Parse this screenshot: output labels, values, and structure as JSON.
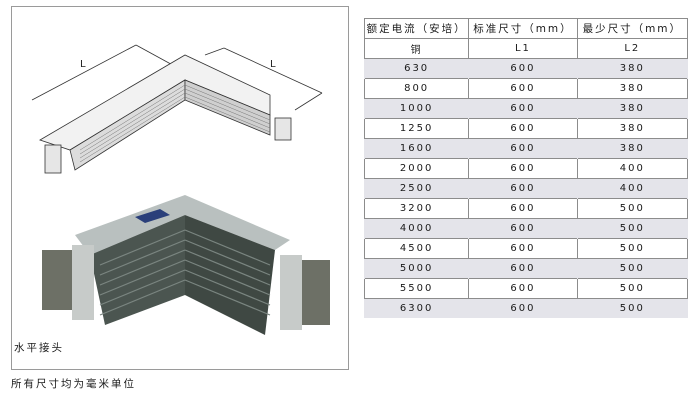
{
  "figure": {
    "caption": "水平接头",
    "diagram_dimension_labels": [
      "L",
      "L"
    ]
  },
  "footnote": "所有尺寸均为毫米单位",
  "table": {
    "headers": [
      "额定电流（安培）",
      "标准尺寸（mm）",
      "最少尺寸（mm）"
    ],
    "subheaders": [
      "铜",
      "L1",
      "L2"
    ],
    "rows": [
      [
        "630",
        "600",
        "380"
      ],
      [
        "800",
        "600",
        "380"
      ],
      [
        "1000",
        "600",
        "380"
      ],
      [
        "1250",
        "600",
        "380"
      ],
      [
        "1600",
        "600",
        "380"
      ],
      [
        "2000",
        "600",
        "400"
      ],
      [
        "2500",
        "600",
        "400"
      ],
      [
        "3200",
        "600",
        "500"
      ],
      [
        "4000",
        "600",
        "500"
      ],
      [
        "4500",
        "600",
        "500"
      ],
      [
        "5000",
        "600",
        "500"
      ],
      [
        "5500",
        "600",
        "500"
      ],
      [
        "6300",
        "600",
        "500"
      ]
    ]
  }
}
